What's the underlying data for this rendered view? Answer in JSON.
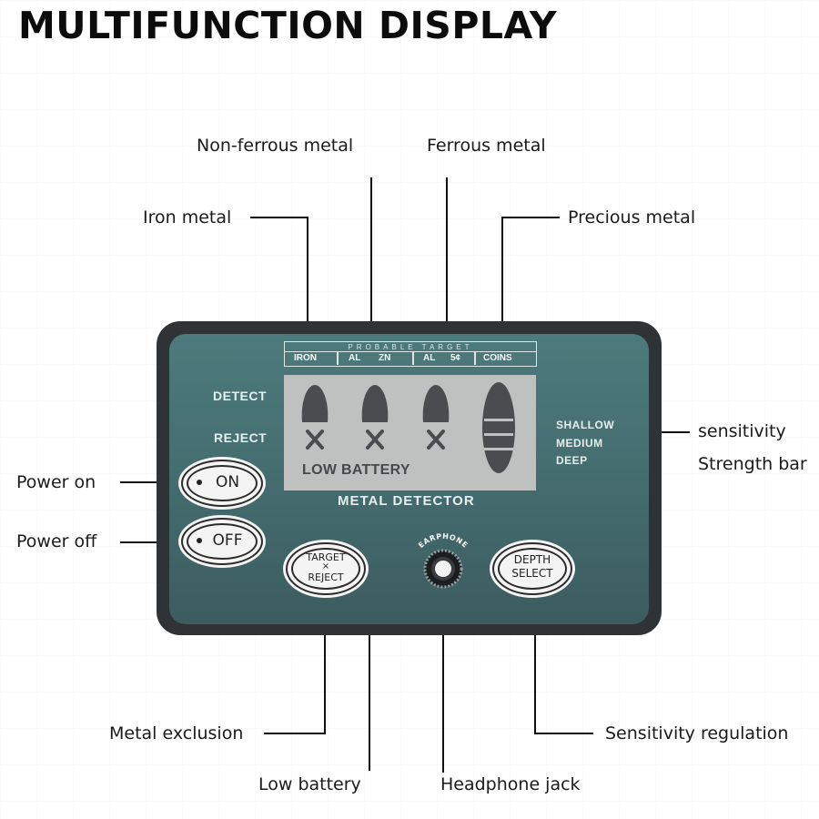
{
  "title": "MULTIFUNCTION DISPLAY",
  "callouts": {
    "non_ferrous": "Non-ferrous metal",
    "ferrous": "Ferrous metal",
    "iron": "Iron metal",
    "precious": "Precious metal",
    "sensitivity_line1": "sensitivity",
    "sensitivity_line2": "Strength bar",
    "power_on": "Power on",
    "power_off": "Power off",
    "metal_exclusion": "Metal exclusion",
    "sensitivity_regulation": "Sensitivity regulation",
    "low_battery": "Low battery",
    "headphone_jack": "Headphone jack"
  },
  "device": {
    "target_header": "PROBABLE TARGET",
    "target_cells": [
      "IRON",
      "AL",
      "ZN",
      "AL",
      "5¢",
      "COINS"
    ],
    "detect": "DETECT",
    "reject": "REJECT",
    "low_battery": "LOW BATTERY",
    "depth_levels": [
      "SHALLOW",
      "MEDIUM",
      "DEEP"
    ],
    "model": "METAL DETECTOR",
    "earphone": "EARPHONE",
    "buttons": {
      "on": "ON",
      "off": "OFF",
      "target_top": "TARGET",
      "target_mid": "×",
      "target_bottom": "REJECT",
      "depth_top": "DEPTH",
      "depth_bottom": "SELECT"
    }
  },
  "colors": {
    "panel": "#4d7a7c",
    "frame": "#2f3336",
    "lcd": "#bfc1c1",
    "segment": "#4a4d4f"
  }
}
